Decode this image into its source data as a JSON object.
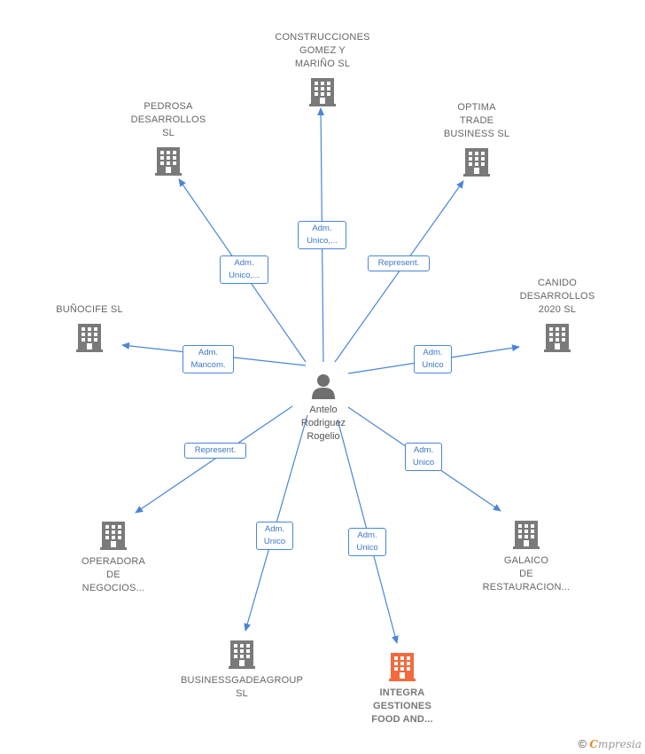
{
  "colors": {
    "edge": "#4a86d8",
    "building": "#7a7a7a",
    "highlight": "#f26a3d",
    "label": "#666666"
  },
  "center": {
    "name": "Antelo\nRodriguez\nRogelio",
    "icon": "person-icon"
  },
  "nodes": [
    {
      "id": "construcciones",
      "name": "CONSTRUCCIONES\nGOMEZ Y\nMARIÑO  SL",
      "edge_label": "Adm.\nUnico,...",
      "highlight": false
    },
    {
      "id": "pedrosa",
      "name": "PEDROSA\nDESARROLLOS\nSL",
      "edge_label": "Adm.\nUnico,...",
      "highlight": false
    },
    {
      "id": "optima",
      "name": "OPTIMA\nTRADE\nBUSINESS  SL",
      "edge_label": "Represent.",
      "highlight": false
    },
    {
      "id": "bunocife",
      "name": "BUÑOCIFE SL",
      "edge_label": "Adm.\nMancom.",
      "highlight": false
    },
    {
      "id": "canido",
      "name": "CANIDO\nDESARROLLOS\n2020  SL",
      "edge_label": "Adm.\nUnico",
      "highlight": false
    },
    {
      "id": "operadora",
      "name": "OPERADORA\nDE\nNEGOCIOS...",
      "edge_label": "Represent.",
      "highlight": false
    },
    {
      "id": "galaico",
      "name": "GALAICO\nDE\nRESTAURACION...",
      "edge_label": "Adm.\nUnico",
      "highlight": false
    },
    {
      "id": "businessgadea",
      "name": "BUSINESSGADEAGROUP\nSL",
      "edge_label": "Adm.\nUnico",
      "highlight": false
    },
    {
      "id": "integra",
      "name": "INTEGRA\nGESTIONES\nFOOD AND...",
      "edge_label": "Adm.\nUnico",
      "highlight": true
    }
  ],
  "footer": {
    "copyright": "©",
    "brand_initial": "C",
    "brand_rest": "mpresia"
  }
}
